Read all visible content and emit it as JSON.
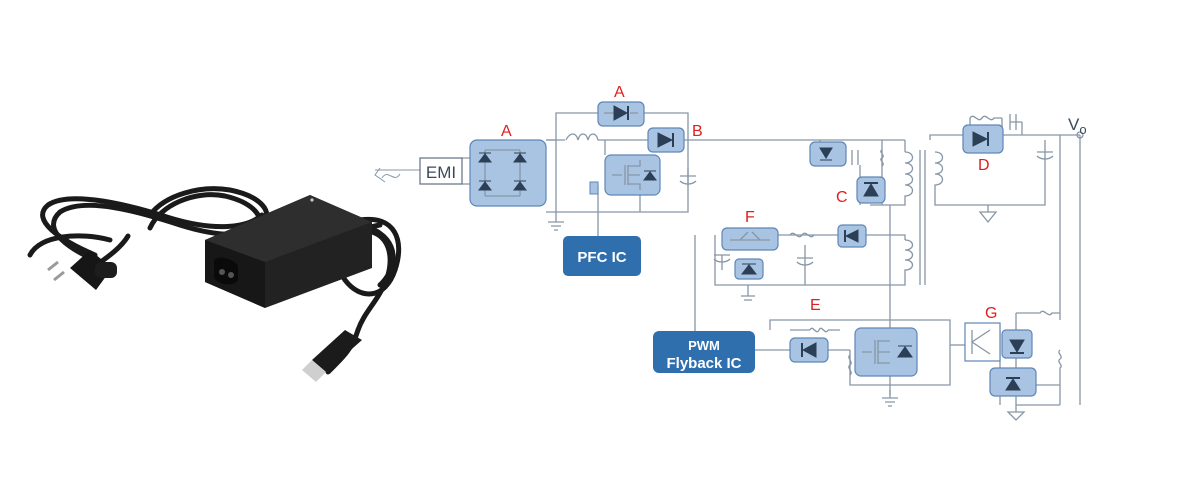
{
  "product_photo": {
    "description_icon": "ac-adapter-with-power-cord"
  },
  "circuit": {
    "emi_label": "EMI",
    "pfc_ic_label": "PFC IC",
    "pwm_ic_line1": "PWM",
    "pwm_ic_line2": "Flyback IC",
    "output_label": "Vo",
    "callouts": {
      "a_top": "A",
      "a_bridge": "A",
      "b": "B",
      "c": "C",
      "d": "D",
      "e": "E",
      "f": "F",
      "g": "G"
    }
  },
  "colors": {
    "highlight_fill": "#a9c4e2",
    "ic_block": "#2f6fae",
    "callout_text": "#e01e1e",
    "wire": "#8796a6"
  }
}
